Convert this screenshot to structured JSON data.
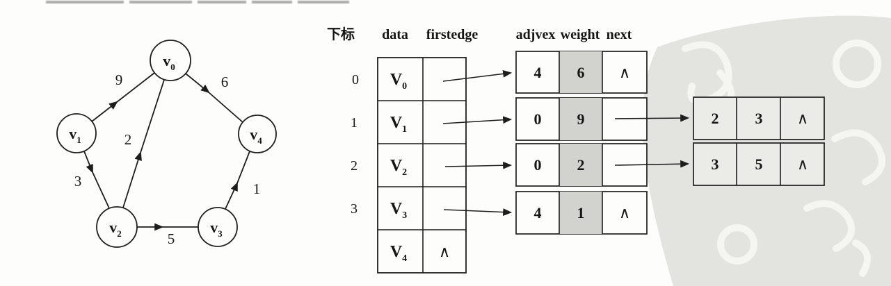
{
  "figure": {
    "null_symbol": "∧",
    "graph": {
      "vertices": [
        {
          "name": "v",
          "sub": "0"
        },
        {
          "name": "v",
          "sub": "1"
        },
        {
          "name": "v",
          "sub": "2"
        },
        {
          "name": "v",
          "sub": "3"
        },
        {
          "name": "v",
          "sub": "4"
        }
      ],
      "edges": [
        {
          "from": "v1",
          "to": "v0",
          "weight": "9"
        },
        {
          "from": "v0",
          "to": "v4",
          "weight": "6"
        },
        {
          "from": "v2",
          "to": "v0",
          "weight": "2"
        },
        {
          "from": "v1",
          "to": "v2",
          "weight": "3"
        },
        {
          "from": "v2",
          "to": "v3",
          "weight": "5"
        },
        {
          "from": "v3",
          "to": "v4",
          "weight": "1"
        }
      ]
    },
    "table": {
      "headers": {
        "index": "下标",
        "data": "data",
        "firstedge": "firstedge",
        "adjvex": "adjvex",
        "weight": "weight",
        "next": "next"
      },
      "vertex_rows": [
        {
          "index": "0",
          "data": "V",
          "sub": "0",
          "firstedge": ""
        },
        {
          "index": "1",
          "data": "V",
          "sub": "1",
          "firstedge": ""
        },
        {
          "index": "2",
          "data": "V",
          "sub": "2",
          "firstedge": ""
        },
        {
          "index": "3",
          "data": "V",
          "sub": "3",
          "firstedge": ""
        },
        {
          "index": "",
          "data": "V",
          "sub": "4",
          "firstedge": "∧"
        }
      ],
      "edge_nodes": [
        {
          "adjvex": "4",
          "weight": "6",
          "next": "∧"
        },
        {
          "adjvex": "0",
          "weight": "9",
          "next": ""
        },
        {
          "adjvex": "0",
          "weight": "2",
          "next": ""
        },
        {
          "adjvex": "4",
          "weight": "1",
          "next": "∧"
        },
        {
          "adjvex": "2",
          "weight": "3",
          "next": "∧"
        },
        {
          "adjvex": "3",
          "weight": "5",
          "next": "∧"
        }
      ]
    }
  }
}
